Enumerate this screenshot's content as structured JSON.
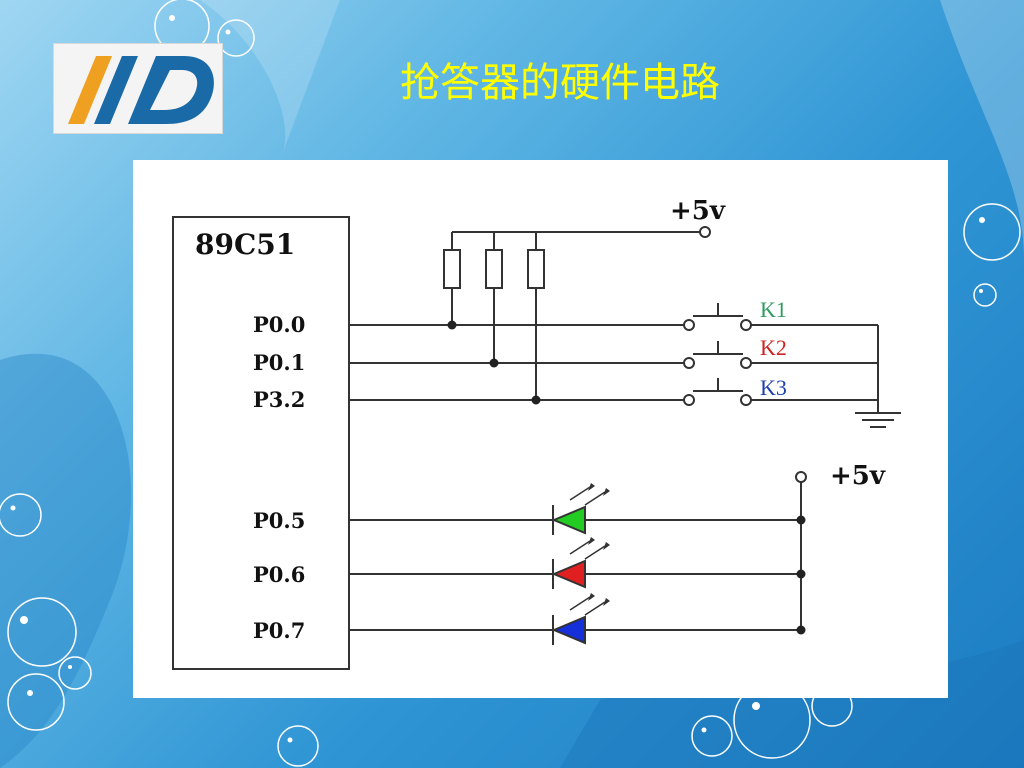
{
  "slide": {
    "title": "抢答器的硬件电路",
    "title_color": "#ffff00",
    "logo": {
      "icon": "id-logo-icon",
      "colors": {
        "orange": "#f0a020",
        "blue": "#1a6aa8"
      }
    }
  },
  "circuit": {
    "chip_label": "89C51",
    "pins": [
      "P0.0",
      "P0.1",
      "P3.2",
      "P0.5",
      "P0.6",
      "P0.7"
    ],
    "supply_top": "+5v",
    "supply_bottom": "+5v",
    "switches": [
      {
        "label": "K1",
        "color": "#2e9a5e"
      },
      {
        "label": "K2",
        "color": "#d02020"
      },
      {
        "label": "K3",
        "color": "#1f3fb0"
      }
    ],
    "leds": [
      {
        "color": "#22cc22"
      },
      {
        "color": "#e02020"
      },
      {
        "color": "#1530d8"
      }
    ]
  }
}
